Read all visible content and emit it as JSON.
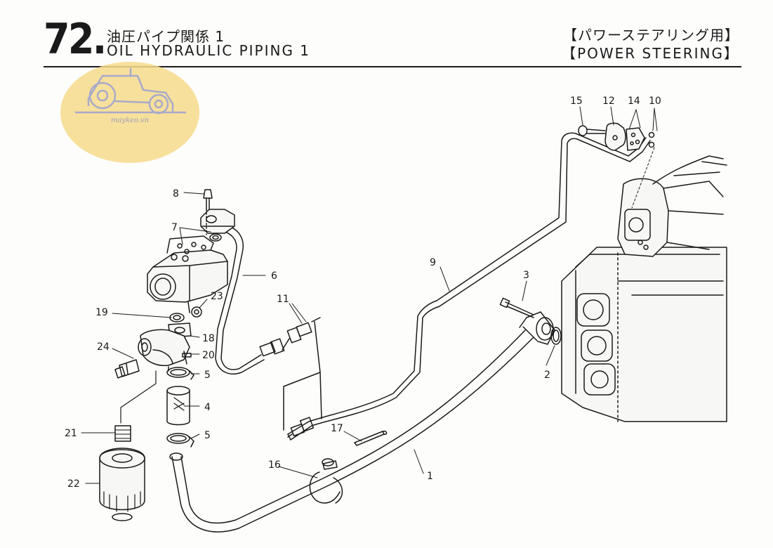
{
  "header": {
    "page_number": "72.",
    "title_ja": "油圧パイプ関係 1",
    "title_en": "OIL HYDRAULIC PIPING 1",
    "subtitle_ja": "【パワーステアリング用】",
    "subtitle_en": "【POWER STEERING】"
  },
  "watermark": {
    "text": "maykeo.vn"
  },
  "callouts": {
    "c1": "1",
    "c2": "2",
    "c3": "3",
    "c4": "4",
    "c5a": "5",
    "c5b": "5",
    "c6": "6",
    "c7": "7",
    "c8": "8",
    "c9": "9",
    "c10": "10",
    "c11": "11",
    "c12": "12",
    "c14": "14",
    "c15": "15",
    "c16": "16",
    "c17": "17",
    "c18": "18",
    "c19": "19",
    "c20": "20",
    "c21": "21",
    "c22": "22",
    "c23": "23",
    "c24": "24"
  },
  "colors": {
    "ink": "#1a1a1a",
    "watermark": "#f6dc8c",
    "watermark_logo": "#9a9cc0"
  }
}
